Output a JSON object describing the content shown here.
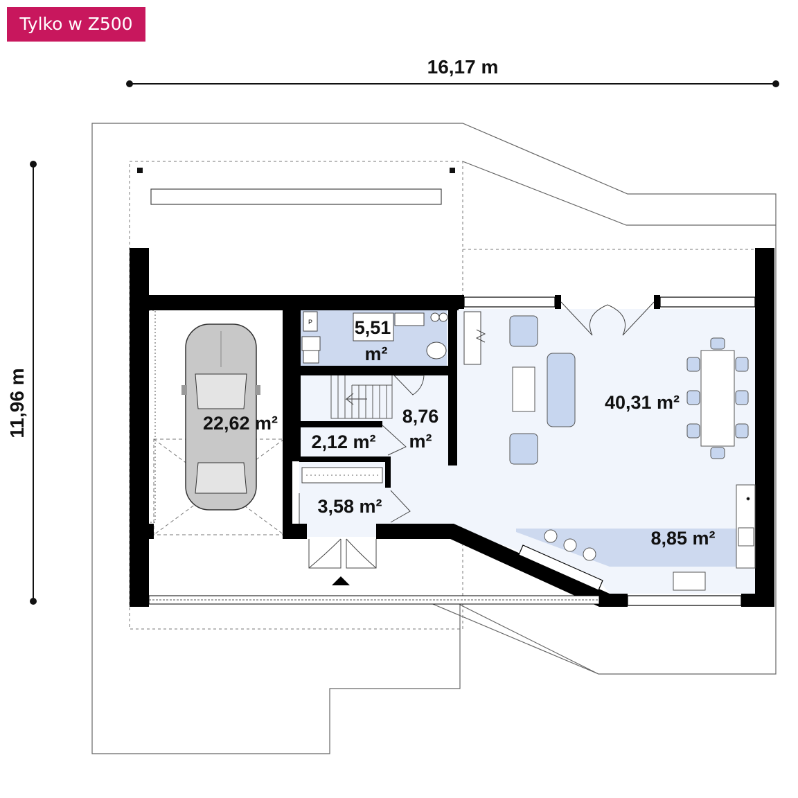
{
  "badge": "Tylko w Z500",
  "dimensions": {
    "width": "16,17 m",
    "depth": "11,96 m"
  },
  "rooms": {
    "garage": "22,62 m²",
    "bathroom_line1": "5,51",
    "bathroom_line2": "m²",
    "hall_line1": "8,76",
    "hall_line2": "m²",
    "boiler": "2,12 m²",
    "wardrobe": "3,58 m²",
    "living": "40,31 m²",
    "kitchen": "8,85 m²"
  },
  "colors": {
    "badge": "#c8175d",
    "wall": "#000000",
    "floor_living": "#f1f5fc",
    "floor_wet": "#cdd9ef",
    "furniture": "#c7d6ef"
  }
}
